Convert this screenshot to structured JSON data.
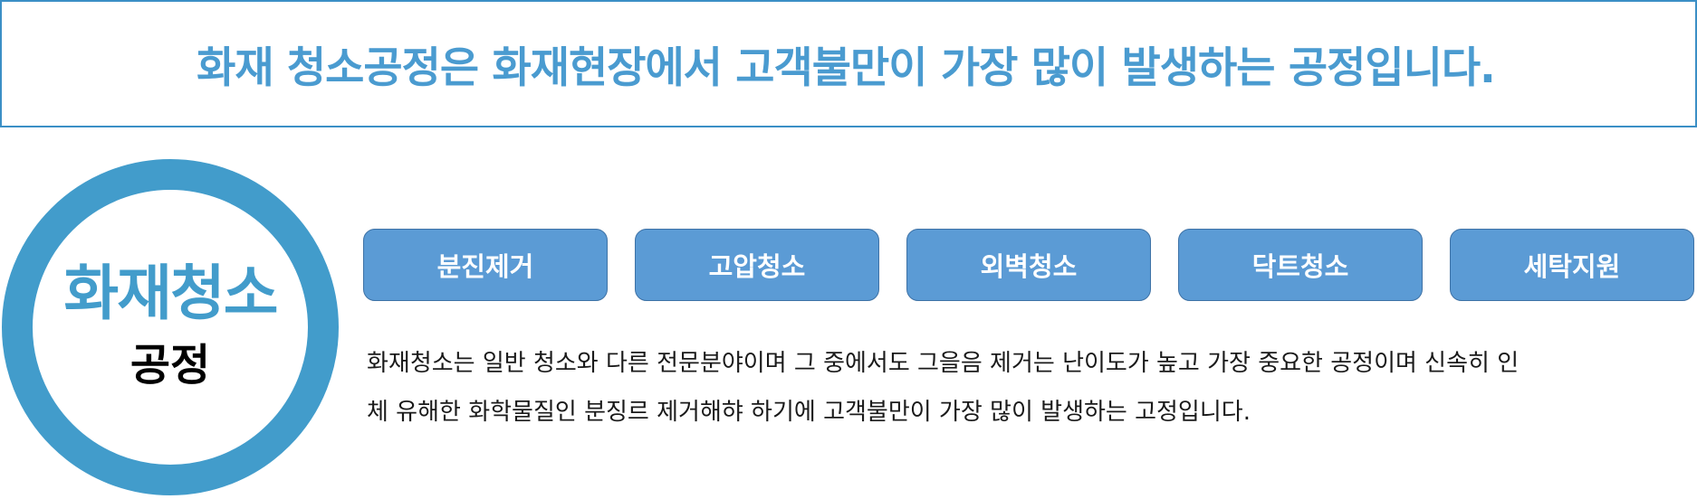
{
  "header": {
    "title": "화재 청소공정은 화재현장에서 고객불만이 가장 많이 발생하는 공정입니다."
  },
  "badge": {
    "main": "화재청소",
    "sub": "공정"
  },
  "buttons": [
    {
      "label": "분진제거"
    },
    {
      "label": "고압청소"
    },
    {
      "label": "외벽청소"
    },
    {
      "label": "닥트청소"
    },
    {
      "label": "세탁지원"
    }
  ],
  "description": {
    "line1": "화재청소는 일반 청소와 다른 전문분야이며 그 중에서도 그을음 제거는 난이도가 높고 가장 중요한 공정이며 신속히 인",
    "line2": "체 유해한 화학물질인 분징르 제거해햐 하기에 고객불만이 가장 많이 발생하는 고정입니다."
  },
  "colors": {
    "accent": "#429ccb",
    "button": "#5b9bd5",
    "header_border": "#3b8fc6"
  }
}
